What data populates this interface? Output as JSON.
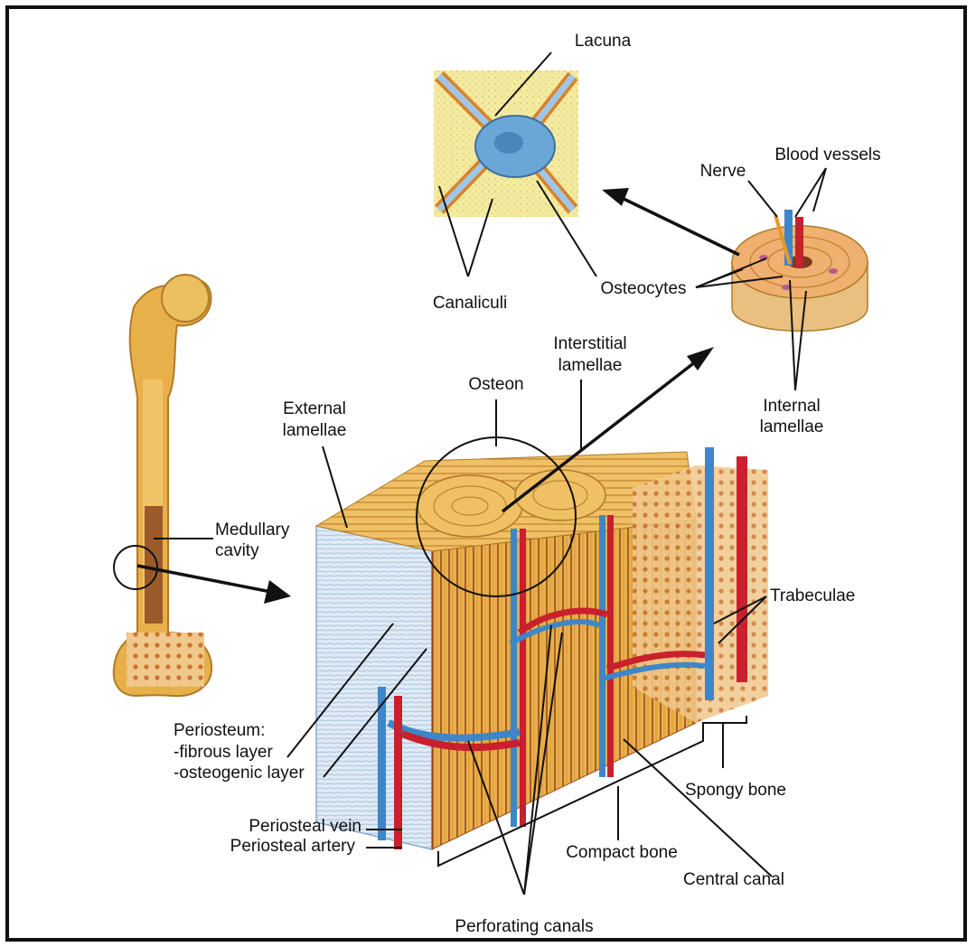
{
  "labels": {
    "lacuna": "Lacuna",
    "canaliculi": "Canaliculi",
    "nerve": "Nerve",
    "blood_vessels": "Blood vessels",
    "osteocytes": "Osteocytes",
    "internal_lamellae": [
      "Internal",
      "lamellae"
    ],
    "interstitial_lamellae": [
      "Interstitial",
      "lamellae"
    ],
    "osteon": "Osteon",
    "external_lamellae": [
      "External",
      "lamellae"
    ],
    "medullary_cavity": [
      "Medullary",
      "cavity"
    ],
    "trabeculae": "Trabeculae",
    "periosteum": [
      "Periosteum:",
      "-fibrous layer",
      "-osteogenic layer"
    ],
    "spongy_bone": "Spongy bone",
    "periosteal_vein": "Periosteal vein",
    "periosteal_artery": "Periosteal artery",
    "compact_bone": "Compact bone",
    "central_canal": "Central canal",
    "perforating_canals": "Perforating canals"
  },
  "colors": {
    "bone": "#e8b04a",
    "bone_light": "#f5d27a",
    "vein_blue": "#3f86c9",
    "artery_red": "#c8202e",
    "periosteum_blue": "#c9dcee",
    "cell_blue": "#6aa6d6",
    "matrix_yellow": "#f4eba0",
    "line": "#111111"
  }
}
